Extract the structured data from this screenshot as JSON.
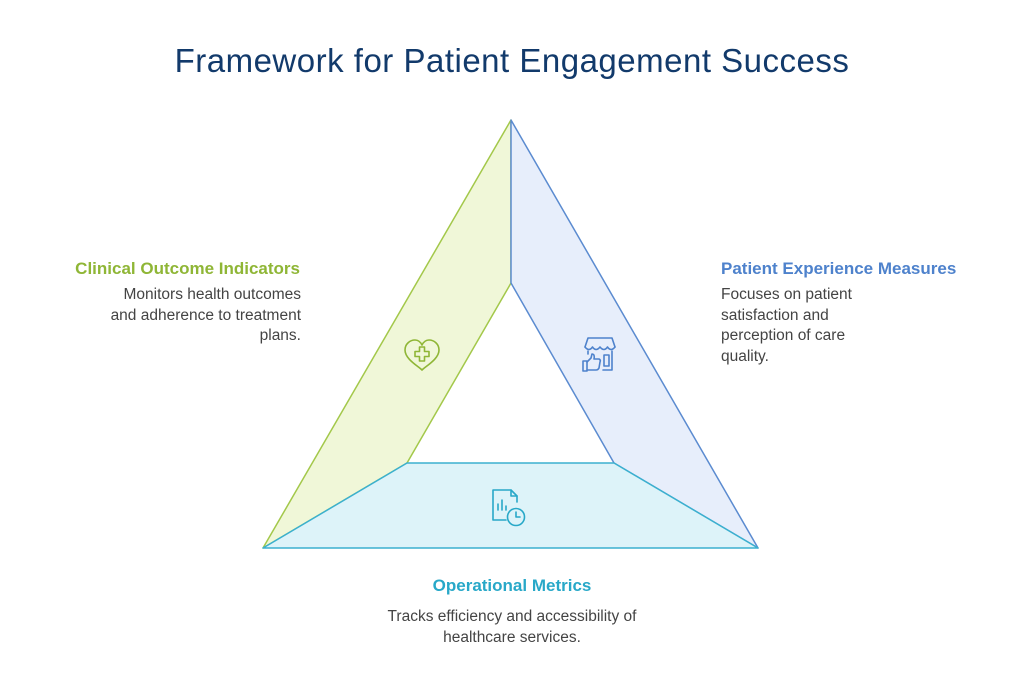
{
  "title": "Framework for Patient Engagement Success",
  "colors": {
    "title": "#123a6b",
    "clinical": "#8fb636",
    "experience": "#4e82cc",
    "operational": "#28a8c8",
    "body_text": "#444444"
  },
  "sections": {
    "clinical": {
      "heading": "Clinical Outcome Indicators",
      "description": "Monitors health outcomes and adherence to treatment plans.",
      "icon": "heart-plus-icon"
    },
    "experience": {
      "heading": "Patient Experience Measures",
      "description": "Focuses on patient satisfaction and perception of care quality.",
      "icon": "storefront-thumbs-up-icon"
    },
    "operational": {
      "heading": "Operational Metrics",
      "description": "Tracks efficiency and accessibility of healthcare services.",
      "icon": "report-clock-icon"
    }
  }
}
